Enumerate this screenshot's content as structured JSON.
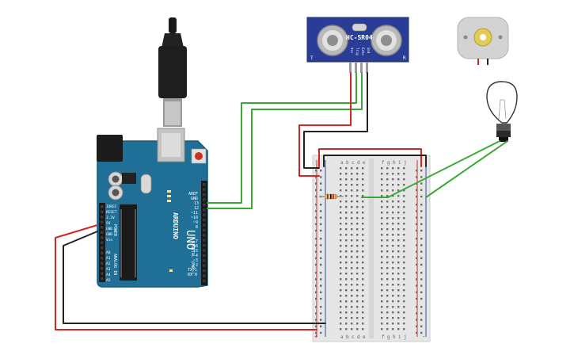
{
  "arduino": {
    "brand": "ARDUINO",
    "model": "UNO",
    "power_header": "POWER",
    "analog_header": "ANALOG IN",
    "digital_header": "DIGITAL (PWM~)",
    "top_pins": [
      "AREF",
      "GND",
      "13",
      "12",
      "~11",
      "~10",
      "~9",
      "8"
    ],
    "bottom_pins": [
      "7",
      "~6",
      "~5",
      "4",
      "~3",
      "2",
      "TX 1",
      "RX 0"
    ],
    "power_pins": [
      "IOREF",
      "RESET",
      "3.3V",
      "5V",
      "GND",
      "GND",
      "Vin"
    ],
    "analog_pins": [
      "A0",
      "A1",
      "A2",
      "A3",
      "A4",
      "A5"
    ]
  },
  "sensor": {
    "model": "HC-SR04",
    "pins": [
      "Vcc",
      "Trig",
      "Echo",
      "Gnd"
    ],
    "mark_t": "T",
    "mark_r": "R"
  },
  "breadboard": {
    "letters_left": [
      "a",
      "b",
      "c",
      "d",
      "e"
    ],
    "letters_right": [
      "f",
      "g",
      "h",
      "i",
      "j"
    ],
    "plus": "+",
    "minus": "-"
  },
  "colors": {
    "arduino_board": "#1f6f96",
    "arduino_edge": "#17597a",
    "sensor_board": "#2a3d96",
    "wire_green": "#3aa935",
    "wire_red": "#d42525",
    "wire_black": "#222222",
    "breadboard": "#e6e6e6",
    "rail_red": "#d42525",
    "rail_blue": "#2f4fa0"
  }
}
